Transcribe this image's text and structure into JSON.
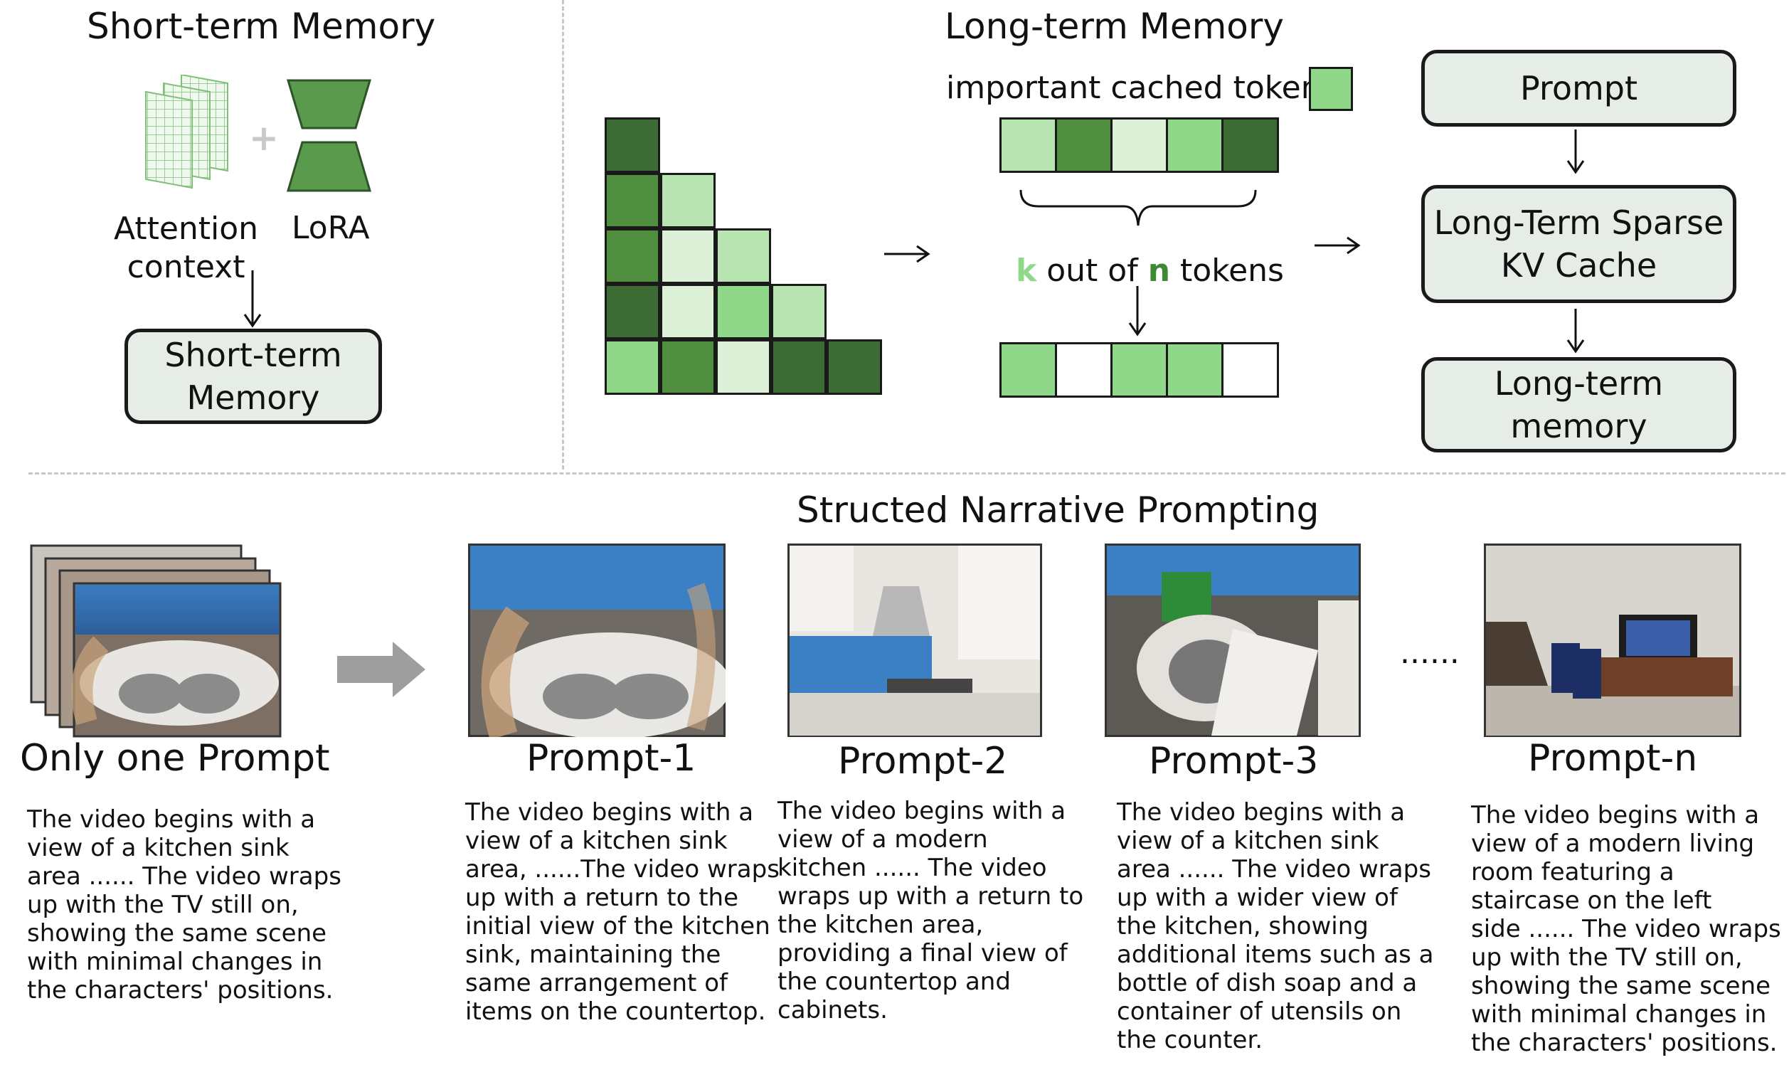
{
  "short_term": {
    "title": "Short-term Memory",
    "attention_label": "Attention\ncontext",
    "lora_label": "LoRA",
    "box_label": "Short-term\nMemory"
  },
  "long_term": {
    "title": "Long-term Memory",
    "legend_label": "important cached token:",
    "selection_prefix_k": "k",
    "selection_mid": " out of ",
    "selection_n": "n",
    "selection_suffix": " tokens"
  },
  "flow": {
    "prompt": "Prompt",
    "cache": "Long-Term Sparse\nKV Cache",
    "memory": "Long-term\nmemory"
  },
  "colors": {
    "dark": "#3c6b34",
    "mid": "#4f8d3f",
    "bright": "#8fd88a",
    "light": "#b7e4b0",
    "pale": "#ddf1d9",
    "white": "#ffffff",
    "box_fill": "#e6ede6",
    "arrow_gray": "#9e9e9e"
  },
  "matrix_rows": [
    [
      "dark"
    ],
    [
      "mid",
      "light"
    ],
    [
      "mid",
      "pale",
      "light"
    ],
    [
      "dark",
      "pale",
      "bright",
      "light"
    ],
    [
      "bright",
      "mid",
      "pale",
      "dark",
      "dark"
    ]
  ],
  "token_row_top": [
    "light",
    "mid",
    "pale",
    "bright",
    "dark"
  ],
  "token_row_bottom": [
    "bright",
    "white",
    "bright",
    "bright",
    "white"
  ],
  "bottom": {
    "title": "Structed Narrative Prompting",
    "ellipsis": "......",
    "only_one": {
      "caption": "Only one Prompt",
      "text": "The video begins with a\nview of a kitchen sink\narea ...... The video wraps\nup with the TV still on,\nshowing the same scene\nwith minimal changes in\nthe characters' positions."
    },
    "prompts": [
      {
        "caption": "Prompt-1",
        "text": "The video begins with a\nview of a kitchen sink\narea, ......The video wraps\nup with a return to the\ninitial view of the kitchen\nsink, maintaining the\nsame arrangement of\nitems on the countertop."
      },
      {
        "caption": "Prompt-2",
        "text": "The video begins with a\nview of a modern\nkitchen ...... The video\nwraps up with a return to\nthe kitchen area,\nproviding a final view of\nthe countertop and\ncabinets."
      },
      {
        "caption": "Prompt-3",
        "text": "The video begins with a\nview of a kitchen sink\narea ...... The video wraps\nup with a wider view of\nthe kitchen, showing\nadditional items such as a\nbottle of dish soap and a\ncontainer of utensils on\nthe counter."
      },
      {
        "caption": "Prompt-n",
        "text": "The video begins with a\nview of a modern living\nroom featuring a\nstaircase on the left\nside ...... The video wraps\nup with the TV still on,\nshowing the same scene\nwith minimal changes in\nthe characters' positions."
      }
    ]
  }
}
